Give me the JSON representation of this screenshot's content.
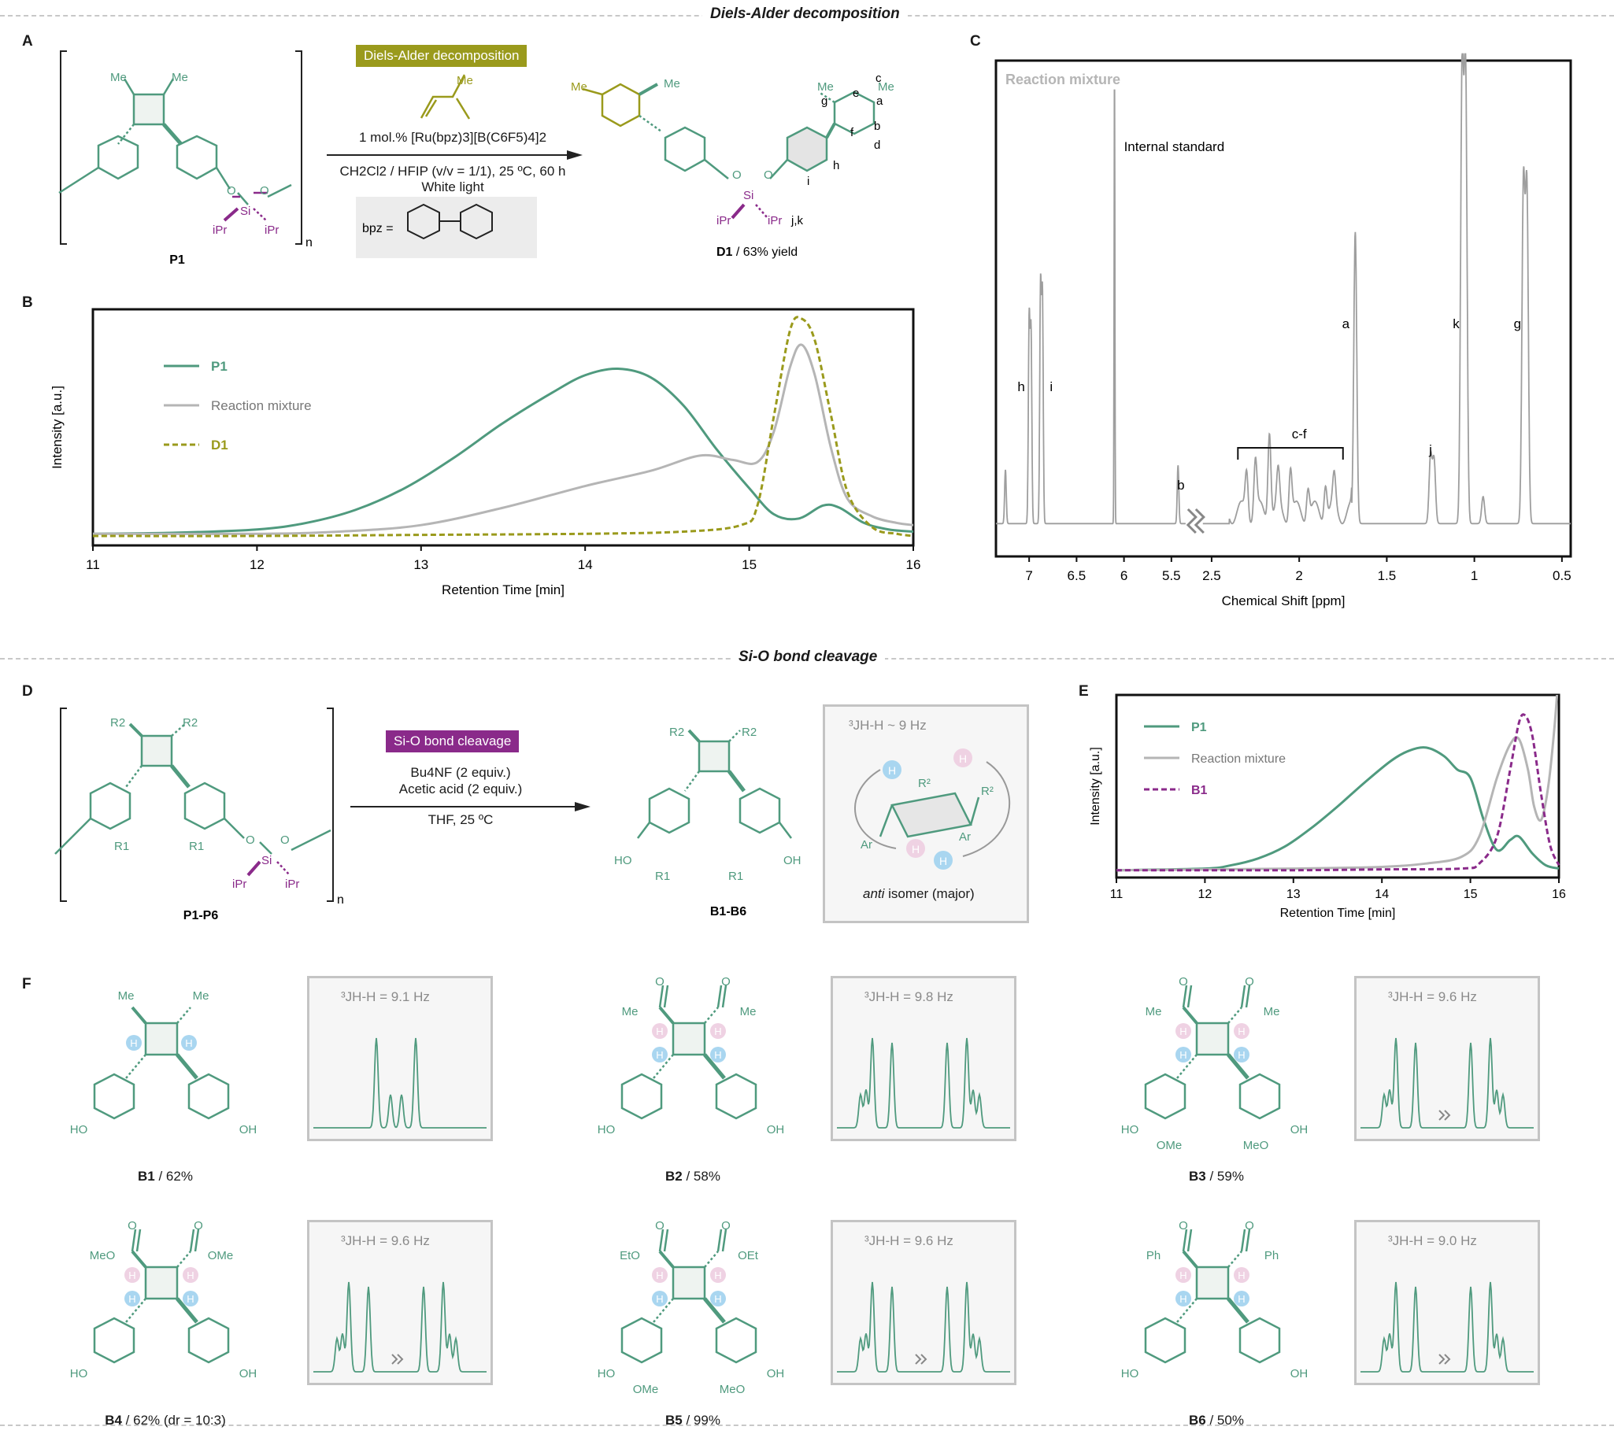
{
  "colors": {
    "green": "#4f9a7e",
    "olive": "#9a9a1c",
    "purple": "#8a2a8a",
    "grey": "#b5b5b5",
    "hbubble_blue": "#a9d6f0",
    "hbubble_pink": "#efd2e3"
  },
  "sections": {
    "diels_alder": "Diels-Alder decomposition",
    "si_o": "Si-O bond cleavage"
  },
  "panels": {
    "A": "A",
    "B": "B",
    "C": "C",
    "D": "D",
    "E": "E",
    "F": "F"
  },
  "panelA": {
    "tag": "Diels-Alder decomposition",
    "cond1": "1 mol.% [Ru(bpz)3][B(C6F5)4]2",
    "cond2": "CH2Cl2 / HFIP (v/v = 1/1), 25 ºC, 60 h",
    "cond3": "White light",
    "bpz": "bpz =",
    "p1_label": "P1",
    "d1_label": "D1",
    "d1_yield": "/ 63% yield",
    "me": "Me",
    "ipr": "iPr",
    "si": "Si",
    "o": "O",
    "n": "n",
    "peaks": {
      "a": "a",
      "b": "b",
      "c": "c",
      "d": "d",
      "e": "e",
      "f": "f",
      "g": "g",
      "h": "h",
      "i": "i",
      "jk": "j,k"
    }
  },
  "panelD": {
    "tag": "Si-O bond cleavage",
    "cond1": "Bu4NF (2 equiv.)",
    "cond2": "Acetic acid (2 equiv.)",
    "cond3": "THF, 25 ºC",
    "reactant": "P1-P6",
    "product": "B1-B6",
    "r1": "R1",
    "r2": "R2",
    "ho": "HO",
    "oh": "OH",
    "inset_j": "³JH-H ~ 9 Hz",
    "inset_caption_italic": "anti",
    "inset_caption_rest": " isomer (major)",
    "ar": "Ar",
    "r2sup": "R²",
    "h": "H"
  },
  "panelF": {
    "compounds": [
      {
        "name": "B1",
        "yield": "/ 62%",
        "j": "³JH-H = 9.1 Hz",
        "groups": [
          "Me",
          "Me"
        ],
        "subst": [
          "HO",
          "OH"
        ]
      },
      {
        "name": "B2",
        "yield": "/ 58%",
        "j": "³JH-H = 9.8 Hz",
        "groups": [
          "Me",
          "Me"
        ],
        "subst": [
          "HO",
          "OH"
        ]
      },
      {
        "name": "B3",
        "yield": "/ 59%",
        "j": "³JH-H = 9.6 Hz",
        "groups": [
          "Me",
          "Me"
        ],
        "subst": [
          "HO",
          "OMe",
          "MeO",
          "OH"
        ]
      },
      {
        "name": "B4",
        "yield": "/ 62% (dr = 10:3)",
        "j": "³JH-H = 9.6 Hz",
        "groups": [
          "MeO",
          "OMe"
        ],
        "subst": [
          "HO",
          "OH"
        ]
      },
      {
        "name": "B5",
        "yield": "/ 99%",
        "j": "³JH-H = 9.6 Hz",
        "groups": [
          "EtO",
          "OEt"
        ],
        "subst": [
          "HO",
          "OMe",
          "MeO",
          "OH"
        ]
      },
      {
        "name": "B6",
        "yield": "/ 50%",
        "j": "³JH-H = 9.0 Hz",
        "groups": [
          "Ph",
          "Ph"
        ],
        "subst": [
          "HO",
          "OH"
        ]
      }
    ],
    "o": "O",
    "h": "H"
  },
  "chart_data": [
    {
      "type": "line",
      "panel": "B",
      "xlabel": "Retention Time [min]",
      "ylabel": "Intensity [a.u.]",
      "xlim": [
        11,
        16
      ],
      "xticks": [
        "11",
        "12",
        "13",
        "14",
        "15",
        "16"
      ],
      "legend": "top-left",
      "series": [
        {
          "name": "P1",
          "style": "solid",
          "color": "#4f9a7e",
          "x": [
            11,
            11.5,
            12,
            12.3,
            12.6,
            12.9,
            13.2,
            13.5,
            13.8,
            14.0,
            14.2,
            14.4,
            14.6,
            14.8,
            15.0,
            15.15,
            15.3,
            15.45,
            15.55,
            15.7,
            15.85,
            16
          ],
          "y": [
            0.01,
            0.015,
            0.03,
            0.06,
            0.12,
            0.22,
            0.36,
            0.52,
            0.66,
            0.74,
            0.77,
            0.73,
            0.6,
            0.4,
            0.22,
            0.1,
            0.08,
            0.14,
            0.13,
            0.06,
            0.03,
            0.02
          ]
        },
        {
          "name": "Reaction mixture",
          "style": "solid",
          "color": "#b5b5b5",
          "x": [
            11,
            12,
            12.5,
            13,
            13.5,
            14,
            14.4,
            14.7,
            14.9,
            15.05,
            15.15,
            15.25,
            15.32,
            15.4,
            15.5,
            15.6,
            15.75,
            15.9,
            16
          ],
          "y": [
            0.01,
            0.01,
            0.02,
            0.05,
            0.13,
            0.23,
            0.3,
            0.37,
            0.35,
            0.34,
            0.48,
            0.78,
            0.88,
            0.74,
            0.4,
            0.17,
            0.09,
            0.06,
            0.05
          ]
        },
        {
          "name": "D1",
          "style": "dashed",
          "color": "#9a9a1c",
          "x": [
            11,
            12,
            13,
            14,
            14.6,
            14.95,
            15.05,
            15.15,
            15.25,
            15.32,
            15.4,
            15.5,
            15.6,
            15.75,
            15.9,
            16
          ],
          "y": [
            0.0,
            0.0,
            0.005,
            0.01,
            0.02,
            0.05,
            0.14,
            0.55,
            0.95,
            1.0,
            0.9,
            0.55,
            0.2,
            0.04,
            0.01,
            0.0
          ]
        }
      ]
    },
    {
      "type": "line",
      "panel": "C",
      "title": "Reaction mixture",
      "xlabel": "Chemical Shift [ppm]",
      "xticks": [
        "7",
        "6.5",
        "6",
        "5.5",
        "2.5",
        "2",
        "1.5",
        "1",
        "0.5"
      ],
      "axis_break": "between 5.5 and 2.5",
      "peak_labels": [
        {
          "label": "h",
          "ppm": 7.0
        },
        {
          "label": "i",
          "ppm": 6.85
        },
        {
          "label": "b",
          "ppm": 5.4
        },
        {
          "label": "c-f",
          "ppm": 2.0
        },
        {
          "label": "a",
          "ppm": 1.68
        },
        {
          "label": "j",
          "ppm": 1.25
        },
        {
          "label": "k",
          "ppm": 1.05
        },
        {
          "label": "g",
          "ppm": 0.7
        }
      ],
      "annotation": "Internal standard",
      "annotation_ppm": 6.1
    },
    {
      "type": "line",
      "panel": "E",
      "xlabel": "Retention Time [min]",
      "ylabel": "Intensity [a.u.]",
      "xlim": [
        11,
        16
      ],
      "xticks": [
        "11",
        "12",
        "13",
        "14",
        "15",
        "16"
      ],
      "legend": "top-left",
      "series": [
        {
          "name": "P1",
          "style": "solid",
          "color": "#4f9a7e",
          "x": [
            11,
            12,
            12.3,
            12.6,
            12.9,
            13.2,
            13.5,
            13.8,
            14.1,
            14.3,
            14.5,
            14.7,
            14.85,
            15.0,
            15.15,
            15.3,
            15.45,
            15.55,
            15.7,
            15.85,
            16
          ],
          "y": [
            0.0,
            0.01,
            0.03,
            0.07,
            0.14,
            0.25,
            0.38,
            0.52,
            0.65,
            0.71,
            0.73,
            0.68,
            0.6,
            0.55,
            0.3,
            0.12,
            0.18,
            0.2,
            0.1,
            0.03,
            0.01
          ]
        },
        {
          "name": "Reaction mixture",
          "style": "solid",
          "color": "#b5b5b5",
          "x": [
            11,
            12,
            13,
            14,
            14.5,
            14.9,
            15.1,
            15.3,
            15.45,
            15.55,
            15.65,
            15.72,
            15.8,
            15.88,
            15.95,
            16
          ],
          "y": [
            0.0,
            0.005,
            0.01,
            0.02,
            0.04,
            0.08,
            0.2,
            0.55,
            0.75,
            0.78,
            0.6,
            0.38,
            0.3,
            0.5,
            0.85,
            1.2
          ]
        },
        {
          "name": "B1",
          "style": "dashed",
          "color": "#8a2a8a",
          "x": [
            11,
            12,
            13,
            14,
            14.9,
            15.1,
            15.3,
            15.45,
            15.55,
            15.62,
            15.7,
            15.8,
            15.9,
            16
          ],
          "y": [
            0.0,
            0.0,
            0.0,
            0.005,
            0.01,
            0.04,
            0.2,
            0.6,
            0.88,
            0.92,
            0.8,
            0.45,
            0.15,
            0.03
          ]
        }
      ]
    }
  ]
}
